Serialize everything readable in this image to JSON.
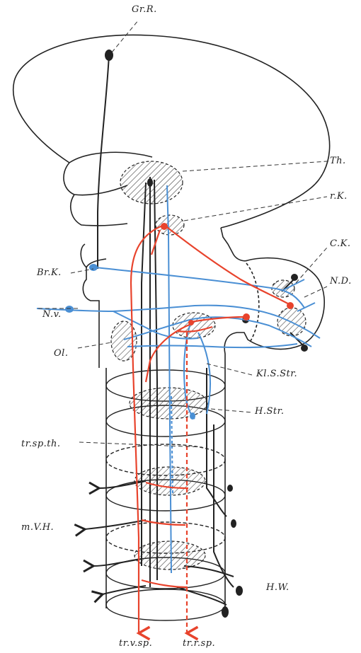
{
  "labels": {
    "gr_r": "Gr.R.",
    "th": "Th.",
    "r_k": "r.K.",
    "c_k": "C.K.",
    "br_k": "Br.K.",
    "n_d": "N.D.",
    "n_v": "N.v.",
    "ol": "Ol.",
    "kl_s_str": "Kl.S.Str.",
    "h_str": "H.Str.",
    "tr_sp_th": "tr.sp.th.",
    "m_v_h": "m.V.H.",
    "h_w": "H.W.",
    "tr_v_sp": "tr.v.sp.",
    "tr_r_sp": "tr.r.sp."
  },
  "colors": {
    "outline": "#222222",
    "red": "#e8432c",
    "blue": "#4a8fd4",
    "hatch": "#444444"
  }
}
